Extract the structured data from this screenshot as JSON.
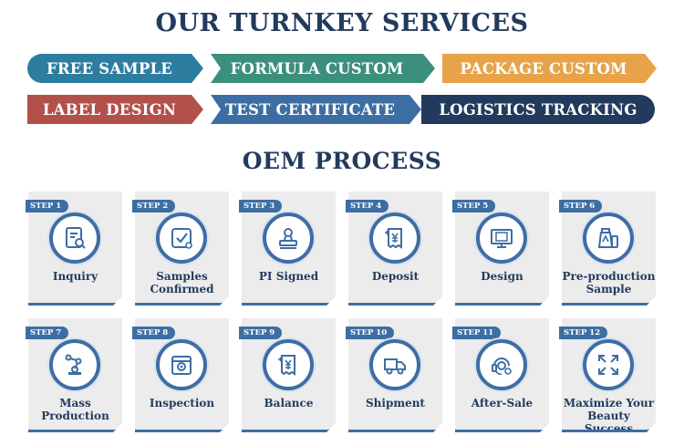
{
  "turnkey": {
    "title": "OUR TURNKEY SERVICES",
    "services": [
      {
        "label": "FREE SAMPLE",
        "color": "#2d7da1"
      },
      {
        "label": "FORMULA CUSTOM",
        "color": "#3c8f7c"
      },
      {
        "label": "PACKAGE CUSTOM",
        "color": "#e8a34a"
      },
      {
        "label": "LABEL DESIGN",
        "color": "#b2504a"
      },
      {
        "label": "TEST CERTIFICATE",
        "color": "#3d6ea3"
      },
      {
        "label": "LOGISTICS TRACKING",
        "color": "#223b5d"
      }
    ]
  },
  "oem": {
    "title": "OEM PROCESS",
    "steps": [
      {
        "step": "STEP 1",
        "label": "Inquiry",
        "icon": "inquiry-document-icon"
      },
      {
        "step": "STEP 2",
        "label": "Samples\nConfirmed",
        "icon": "checkbox-icon"
      },
      {
        "step": "STEP 3",
        "label": "PI Signed",
        "icon": "stamp-icon"
      },
      {
        "step": "STEP 4",
        "label": "Deposit",
        "icon": "yen-receipt-icon"
      },
      {
        "step": "STEP 5",
        "label": "Design",
        "icon": "monitor-design-icon"
      },
      {
        "step": "STEP 6",
        "label": "Pre-production\nSample",
        "icon": "bottle-sample-icon"
      },
      {
        "step": "STEP 7",
        "label": "Mass\nProduction",
        "icon": "robot-arm-icon"
      },
      {
        "step": "STEP 8",
        "label": "Inspection",
        "icon": "inspection-box-icon"
      },
      {
        "step": "STEP 9",
        "label": "Balance",
        "icon": "yen-receipt-icon"
      },
      {
        "step": "STEP 10",
        "label": "Shipment",
        "icon": "truck-icon"
      },
      {
        "step": "STEP 11",
        "label": "After-Sale",
        "icon": "support-headset-icon"
      },
      {
        "step": "STEP 12",
        "label": "Maximize Your\nBeauty Success",
        "icon": "expand-arrows-icon"
      }
    ]
  }
}
